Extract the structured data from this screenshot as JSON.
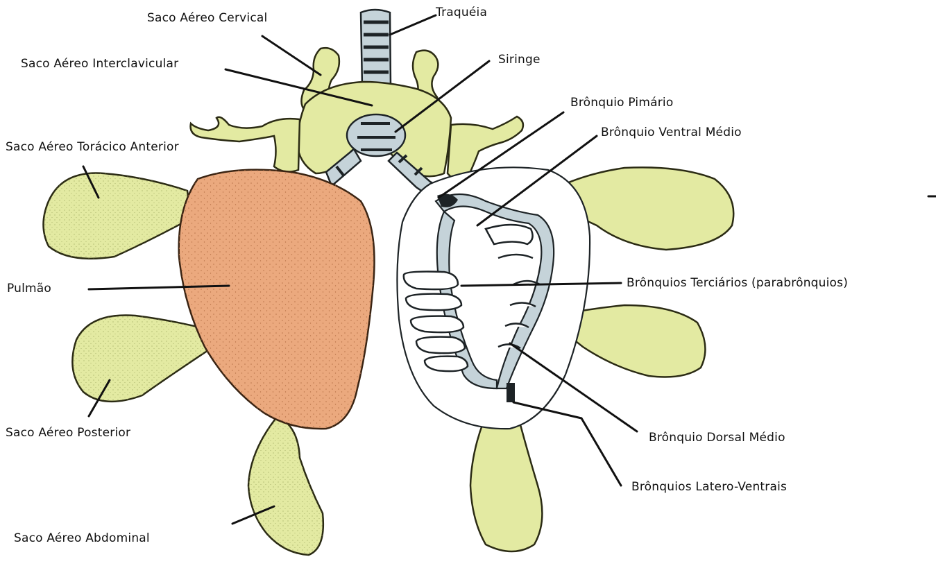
{
  "labels": {
    "cervical": "Saco Aéreo Cervical",
    "traqueia": "Traquéia",
    "interclavicular": "Saco Aéreo Interclavicular",
    "siringe": "Siringe",
    "bronquio_primario": "Brônquio Pimário",
    "bronquio_ventral_medio": "Brônquio Ventral Médio",
    "toracico_anterior": "Saco Aéreo Torácico Anterior",
    "pulmao": "Pulmão",
    "bronquios_terciarios": "Brônquios Terciários (parabrônquios)",
    "posterior": "Saco Aéreo Posterior",
    "bronquio_dorsal_medio": "Brônquio Dorsal Médio",
    "bronquios_latero_ventrais": "Brônquios Latero-Ventrais",
    "abdominal": "Saco Aéreo Abdominal"
  },
  "colors": {
    "air_sac": "#e3eaa2",
    "air_sac_stroke": "#2b2b14",
    "lung": "#eba97e",
    "lung_stroke": "#3a2413",
    "bronchus": "#c5d3d9",
    "bronchus_stroke": "#1d2326",
    "ink": "#111111"
  }
}
